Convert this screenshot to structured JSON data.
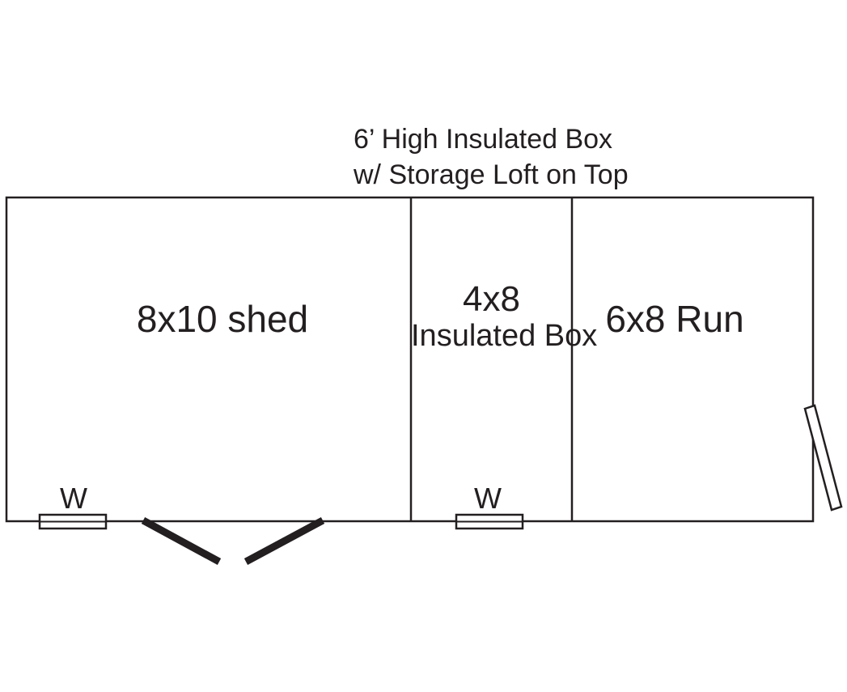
{
  "caption": {
    "line1": "6’ High Insulated Box",
    "line2": "w/ Storage Loft on Top"
  },
  "rooms": {
    "shed": {
      "label": "8x10 shed"
    },
    "insulated_box": {
      "dimension": "4x8",
      "name": "Insulated Box"
    },
    "run": {
      "label": "6x8 Run"
    }
  },
  "windows": {
    "shed_window_label": "W",
    "box_window_label": "W"
  },
  "colors": {
    "line": "#231f20",
    "background": "#ffffff"
  }
}
